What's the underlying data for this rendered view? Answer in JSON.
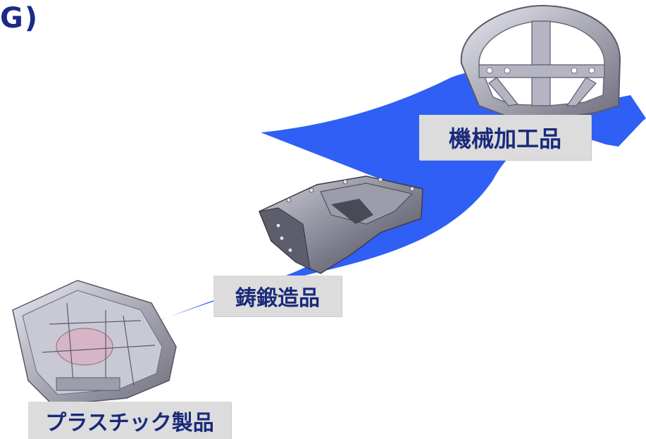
{
  "header": {
    "title_fragment": "G)"
  },
  "steps": [
    {
      "label": "プラスチック製品",
      "part": "plastic-housing"
    },
    {
      "label": "鋳鍛造品",
      "part": "cast-oil-pan"
    },
    {
      "label": "機械加工品",
      "part": "machined-frame"
    }
  ],
  "colors": {
    "arrow": "#2f5ff5",
    "label_bg": "#dcdcdc",
    "label_text": "#1a2a7a",
    "title": "#1b2a86",
    "part_metal": "#b8b8c4"
  }
}
